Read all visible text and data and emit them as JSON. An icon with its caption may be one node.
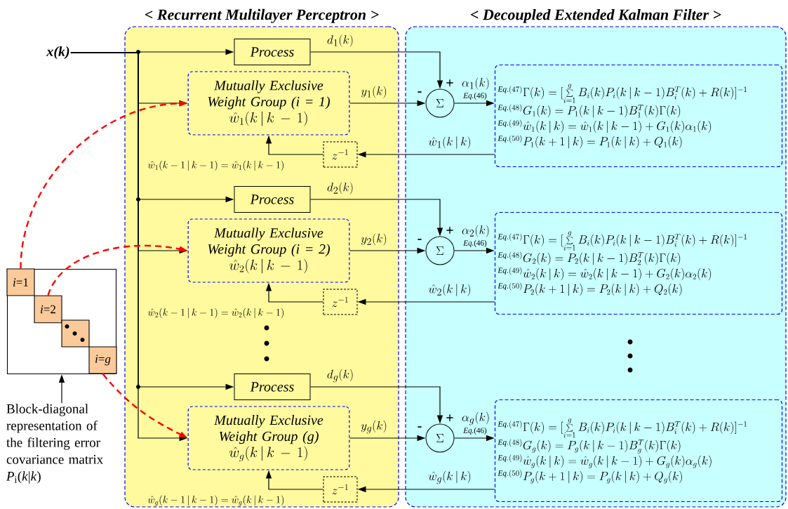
{
  "diagram": {
    "nodes": [
      {
        "text": [
          "< Recurrent Multilayer Perceptron >"
        ]
      },
      {
        "text": [
          "< Decoupled Extended Kalman Filter >"
        ]
      },
      {
        "text": [
          "x(k)"
        ]
      },
      {
        "text": [
          "Process"
        ],
        "in": 0
      },
      {
        "text": [
          "Mutually Exclusive Weight Group (i = 1)",
          "\\hat{w}_1(k\\,|\\,k-1)"
        ],
        "in": 0
      },
      {
        "text": [
          "z^{-1}"
        ],
        "in": 0
      },
      {
        "text": [
          "\\Sigma"
        ],
        "in": 1
      },
      {
        "text": [
          "{}^{\\mathit{Eq.}(47)}\\Gamma(k)=[\\sum\\limits_{i=1}^{g}B_i(k)P_i(k\\,|\\,k-1)B_i^T(k)+R(k)]^{-1}",
          "{}^{\\mathit{Eq.}(48)}G_1(k)=P_1(k\\,|\\,k-1)B_1^T(k)\\Gamma(k)",
          "{}^{\\mathit{Eq.}(49)}\\hat{w}_1(k\\,|\\,k)=\\hat{w}_1(k\\,|\\,k-1)+G_1(k)\\alpha_1(k)",
          "{}^{\\mathit{Eq.}(50)}P_1(k+1\\,|\\,k)=P_1(k\\,|\\,k)+Q_1(k)"
        ],
        "in": 1
      },
      {
        "text": [
          "Process"
        ],
        "in": 0
      },
      {
        "text": [
          "Mutually Exclusive Weight Group (i = 2)",
          "\\hat{w}_2(k\\,|\\,k-1)"
        ],
        "in": 0
      },
      {
        "text": [
          "z^{-1}"
        ],
        "in": 0
      },
      {
        "text": [
          "\\Sigma"
        ],
        "in": 1
      },
      {
        "text": [
          "{}^{\\mathit{Eq.}(47)}\\Gamma(k)=[\\sum\\limits_{i=1}^{g}B_i(k)P_i(k\\,|\\,k-1)B_i^T(k)+R(k)]^{-1}",
          "{}^{\\mathit{Eq.}(48)}G_2(k)=P_2(k\\,|\\,k-1)B_2^T(k)\\Gamma(k)",
          "{}^{\\mathit{Eq.}(49)}\\hat{w}_2(k\\,|\\,k)=\\hat{w}_2(k\\,|\\,k-1)+G_2(k)\\alpha_2(k)",
          "{}^{\\mathit{Eq.}(50)}P_2(k+1\\,|\\,k)=P_2(k\\,|\\,k)+Q_2(k)"
        ],
        "in": 1
      },
      {
        "text": [
          "Process"
        ],
        "in": 0
      },
      {
        "text": [
          "Mutually Exclusive Weight Group (g)",
          "\\hat{w}_g(k\\,|\\,k-1)"
        ],
        "in": 0
      },
      {
        "text": [
          "z^{-1}"
        ],
        "in": 0
      },
      {
        "text": [
          "\\Sigma"
        ],
        "in": 1
      },
      {
        "text": [
          "{}^{\\mathit{Eq.}(47)}\\Gamma(k)=[\\sum\\limits_{i=1}^{g}B_i(k)P_i(k\\,|\\,k-1)B_i^T(k)+R(k)]^{-1}",
          "{}^{\\mathit{Eq.}(48)}G_g(k)=P_g(k\\,|\\,k-1)B_g^T(k)\\Gamma(k)",
          "{}^{\\mathit{Eq.}(49)}\\hat{w}_g(k\\,|\\,k)=\\hat{w}_g(k\\,|\\,k-1)+G_g(k)\\alpha_g(k)",
          "{}^{\\mathit{Eq.}(50)}P_g(k+1\\,|\\,k)=P_g(k\\,|\\,k)+Q_g(k)"
        ],
        "in": 1
      },
      {
        "text": [],
        "shape": "box"
      },
      {
        "text": [
          "*i*=1"
        ],
        "in": 18
      },
      {
        "text": [
          "*i*=2"
        ],
        "in": 18
      },
      {
        "text": [],
        "shape": "box",
        "in": 18
      },
      {
        "text": [
          "*i*=*g*"
        ],
        "in": 18
      },
      {
        "text": [
          "Block-diagonal representation of the filtering error covariance matrix *P*$_{i}$(*k*|*k*)"
        ]
      }
    ],
    "edges": [
      {
        "from": 2,
        "to": 3,
        "arrow": "to"
      },
      {
        "from": 2,
        "to": 4,
        "arrow": "to"
      },
      {
        "from": 3,
        "to": 6,
        "arrow": "to",
        "label": "d_1(k)"
      },
      {
        "from": 4,
        "to": 6,
        "arrow": "to",
        "label": "y_1(k)"
      },
      {
        "from": 6,
        "to": 7,
        "arrow": "to",
        "label": "\\alpha_1(k)"
      },
      {
        "from": 7,
        "to": 5,
        "arrow": "to",
        "label": "\\hat{w}_1(k\\,|\\,k)"
      },
      {
        "from": 5,
        "to": 4,
        "arrow": "to",
        "label": "\\hat{w}_1(k-1\\,|\\,k-1)=\\hat{w}_1(k\\,|\\,k-1)"
      },
      {
        "from": 2,
        "to": 8,
        "arrow": "to"
      },
      {
        "from": 2,
        "to": 9,
        "arrow": "to"
      },
      {
        "from": 8,
        "to": 11,
        "arrow": "to",
        "label": "d_2(k)"
      },
      {
        "from": 9,
        "to": 11,
        "arrow": "to",
        "label": "y_2(k)"
      },
      {
        "from": 11,
        "to": 12,
        "arrow": "to",
        "label": "\\alpha_2(k)"
      },
      {
        "from": 12,
        "to": 10,
        "arrow": "to",
        "label": "\\hat{w}_2(k\\,|\\,k)"
      },
      {
        "from": 10,
        "to": 9,
        "arrow": "to",
        "label": "\\hat{w}_2(k-1\\,|\\,k-1)=\\hat{w}_2(k\\,|\\,k-1)"
      },
      {
        "from": 2,
        "to": 13,
        "arrow": "to"
      },
      {
        "from": 2,
        "to": 14,
        "arrow": "to"
      },
      {
        "from": 13,
        "to": 16,
        "arrow": "to",
        "label": "d_g(k)"
      },
      {
        "from": 14,
        "to": 16,
        "arrow": "to",
        "label": "y_g(k)"
      },
      {
        "from": 16,
        "to": 17,
        "arrow": "to",
        "label": "\\alpha_g(k)"
      },
      {
        "from": 17,
        "to": 15,
        "arrow": "to",
        "label": "\\hat{w}_g(k\\,|\\,k)"
      },
      {
        "from": 15,
        "to": 14,
        "arrow": "to",
        "label": "\\hat{w}_g(k-1\\,|\\,k-1)=\\hat{w}_g(k\\,|\\,k-1)"
      },
      {
        "from": 19,
        "to": 4,
        "arrow": "to",
        "style": "dashed",
        "color": "#ff0000"
      },
      {
        "from": 20,
        "to": 9,
        "arrow": "to",
        "style": "dashed",
        "color": "#ff0000"
      },
      {
        "from": 22,
        "to": 14,
        "arrow": "to",
        "style": "dashed",
        "color": "#ff0000"
      },
      {
        "from": 23,
        "to": 18,
        "arrow": "to"
      }
    ],
    "labels": [
      "+",
      "-",
      "*Eq.*(46)",
      "+",
      "-",
      "*Eq.*(46)",
      "+",
      "-",
      "*Eq.*(46)"
    ]
  }
}
